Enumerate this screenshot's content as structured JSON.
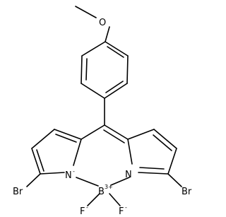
{
  "molecule": {
    "atoms": {
      "oxygen": "O",
      "n_left": "N",
      "n_left_charge": "-",
      "n_right": "N",
      "boron": "B",
      "boron_charge": "3+",
      "br_left": "Br",
      "br_right": "Br",
      "f_left": "F",
      "f_left_charge": "-",
      "f_right": "F",
      "f_right_charge": "-"
    }
  }
}
